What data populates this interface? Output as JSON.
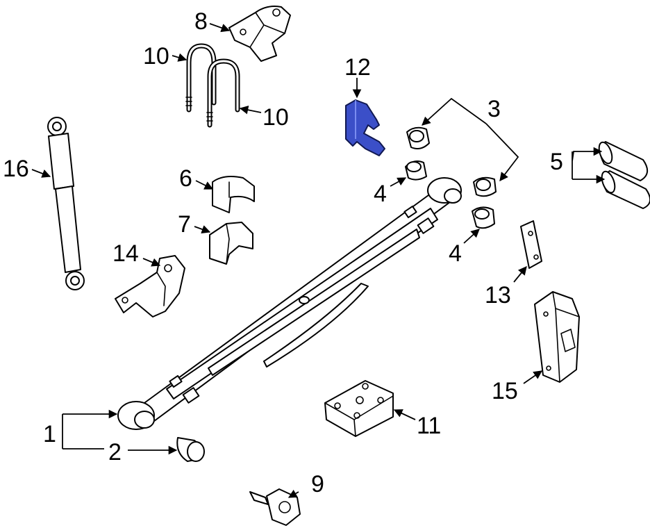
{
  "diagram": {
    "highlight_color": "#3b4fc8",
    "line_color": "#000000",
    "callouts": [
      "1",
      "2",
      "3",
      "4",
      "4",
      "5",
      "6",
      "7",
      "8",
      "9",
      "10",
      "10",
      "11",
      "12",
      "13",
      "14",
      "15",
      "16"
    ],
    "highlighted_part": "12"
  }
}
